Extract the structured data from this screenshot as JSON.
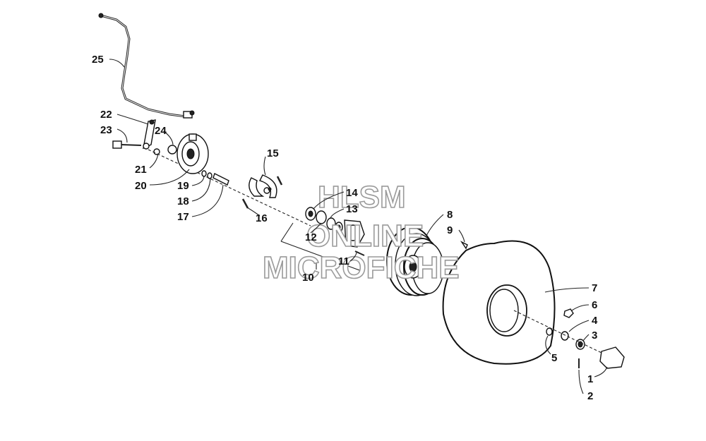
{
  "watermark": {
    "line1": "HLSM",
    "line2": "ONLINE",
    "line3": "MICROFICHE"
  },
  "callouts": [
    {
      "id": "25",
      "label": "25"
    },
    {
      "id": "22",
      "label": "22"
    },
    {
      "id": "23",
      "label": "23"
    },
    {
      "id": "24",
      "label": "24"
    },
    {
      "id": "21",
      "label": "21"
    },
    {
      "id": "20",
      "label": "20"
    },
    {
      "id": "19",
      "label": "19"
    },
    {
      "id": "18",
      "label": "18"
    },
    {
      "id": "17",
      "label": "17"
    },
    {
      "id": "15",
      "label": "15"
    },
    {
      "id": "16",
      "label": "16"
    },
    {
      "id": "14",
      "label": "14"
    },
    {
      "id": "13",
      "label": "13"
    },
    {
      "id": "12",
      "label": "12"
    },
    {
      "id": "11",
      "label": "11"
    },
    {
      "id": "10",
      "label": "10"
    },
    {
      "id": "8",
      "label": "8"
    },
    {
      "id": "9",
      "label": "9"
    },
    {
      "id": "7",
      "label": "7"
    },
    {
      "id": "6",
      "label": "6"
    },
    {
      "id": "4",
      "label": "4"
    },
    {
      "id": "3",
      "label": "3"
    },
    {
      "id": "5",
      "label": "5"
    },
    {
      "id": "1",
      "label": "1"
    },
    {
      "id": "2",
      "label": "2"
    }
  ]
}
